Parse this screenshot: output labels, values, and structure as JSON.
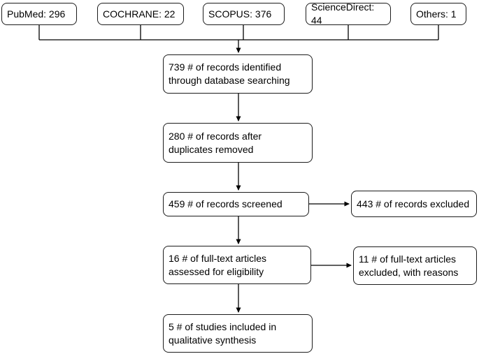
{
  "diagram": {
    "sources": [
      {
        "name": "pubmed",
        "label": "PubMed: 296",
        "count": 296
      },
      {
        "name": "cochrane",
        "label": "COCHRANE: 22",
        "count": 22
      },
      {
        "name": "scopus",
        "label": "SCOPUS: 376",
        "count": 376
      },
      {
        "name": "sciencedirect",
        "label": "ScienceDirect: 44",
        "count": 44
      },
      {
        "name": "others",
        "label": "Others: 1",
        "count": 1
      }
    ],
    "main_flow": [
      {
        "name": "records-identified",
        "count": 739,
        "label": "739 # of records identified\nthrough database searching"
      },
      {
        "name": "after-duplicates",
        "count": 280,
        "label": "280 # of records after\nduplicates removed"
      },
      {
        "name": "records-screened",
        "count": 459,
        "label": "459 # of records screened"
      },
      {
        "name": "fulltext-assessed",
        "count": 16,
        "label": "16 # of full-text articles\nassessed for eligibility"
      },
      {
        "name": "studies-included",
        "count": 5,
        "label": "5 # of studies included in\nqualitative synthesis"
      }
    ],
    "excluded": [
      {
        "name": "records-excluded",
        "count": 443,
        "label": "443 # of records excluded"
      },
      {
        "name": "fulltext-excluded",
        "count": 11,
        "label": "11 # of full-text articles\nexcluded, with reasons"
      }
    ],
    "colors": {
      "background": "#ffffff",
      "box_fill": "#ffffff",
      "box_border": "#1c1c1c",
      "line": "#000000",
      "text": "#000000"
    }
  }
}
